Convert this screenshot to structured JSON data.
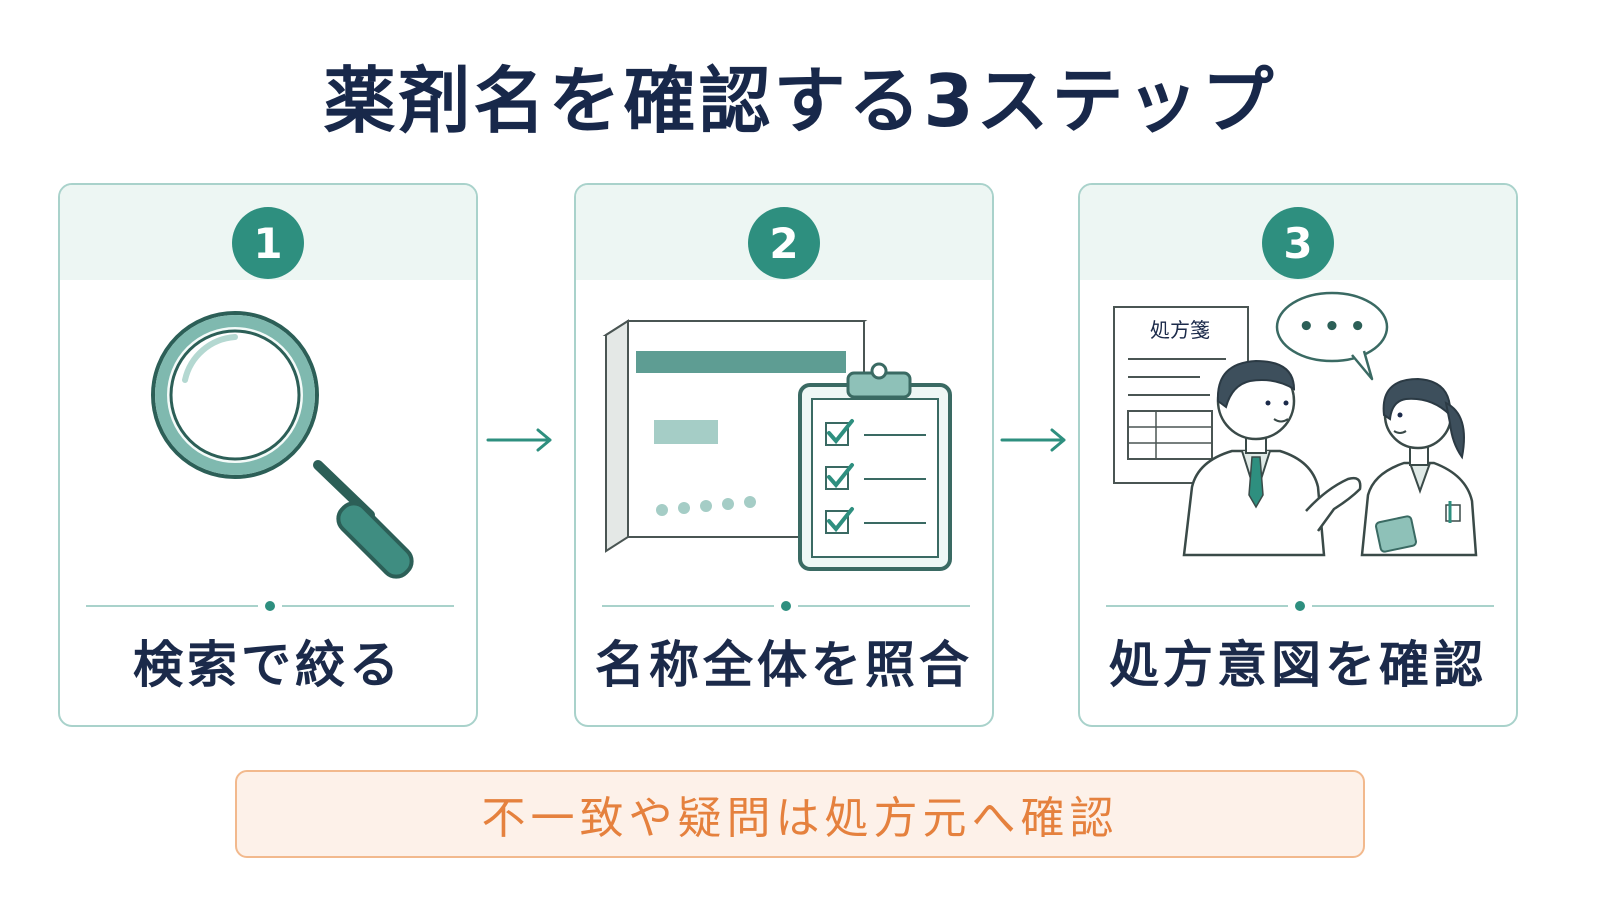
{
  "title": "薬剤名を確認する3ステップ",
  "steps": [
    {
      "number": "1",
      "label": "検索で絞る",
      "icon": "magnifying-glass-icon"
    },
    {
      "number": "2",
      "label": "名称全体を照合",
      "icon": "medicine-box-checklist-icon"
    },
    {
      "number": "3",
      "label": "処方意図を確認",
      "icon": "pharmacist-consultation-icon",
      "prescription_label": "処方箋",
      "speech_text": "• • •"
    }
  ],
  "note": "不一致や疑問は処方元へ確認",
  "colors": {
    "accent": "#2e8f7f",
    "border": "#a9d2cb",
    "band": "#edf6f3",
    "title": "#18284a",
    "note_text": "#e5813e",
    "note_border": "#f2b98d",
    "note_bg": "#fdf1e9"
  }
}
